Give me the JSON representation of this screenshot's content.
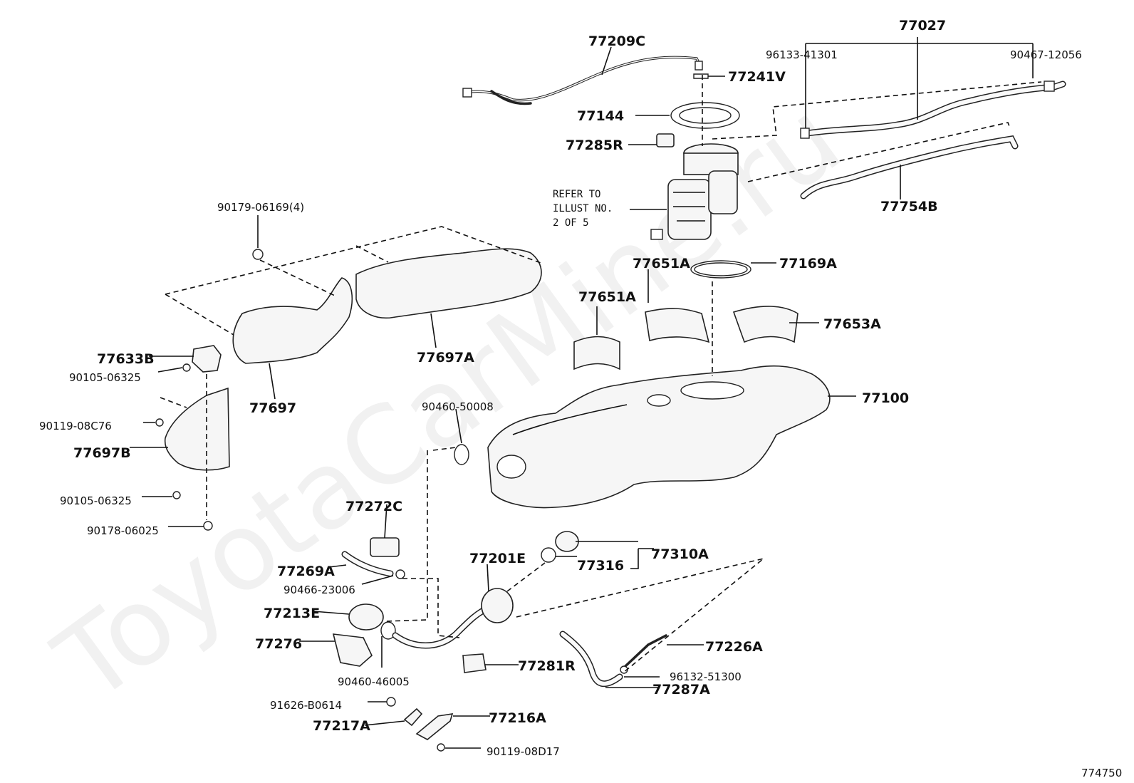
{
  "watermark": "ToyotaCarMine.ru",
  "diagram_id": "774750",
  "note": [
    "REFER TO",
    "ILLUST NO.",
    "2 OF 5"
  ],
  "labels": {
    "p77209C": "77209C",
    "p77027": "77027",
    "p96133_41301": "96133-41301",
    "p90467_12056": "90467-12056",
    "p77241V": "77241V",
    "p77144": "77144",
    "p77285R": "77285R",
    "p77754B": "77754B",
    "p90179_06169": "90179-06169(4)",
    "p77651A_1": "77651A",
    "p77169A": "77169A",
    "p77651A_2": "77651A",
    "p77653A": "77653A",
    "p77697A": "77697A",
    "p77633B": "77633B",
    "p90105_06325_1": "90105-06325",
    "p77697": "77697",
    "p77100": "77100",
    "p90460_50008": "90460-50008",
    "p90119_08C76": "90119-08C76",
    "p77697B": "77697B",
    "p90105_06325_2": "90105-06325",
    "p90178_06025": "90178-06025",
    "p77272C": "77272C",
    "p77201E": "77201E",
    "p77310A": "77310A",
    "p77316": "77316",
    "p77269A": "77269A",
    "p90466_23006": "90466-23006",
    "p77213E": "77213E",
    "p77276": "77276",
    "p90460_46005": "90460-46005",
    "p77281R": "77281R",
    "p77226A": "77226A",
    "p96132_51300": "96132-51300",
    "p77287A": "77287A",
    "p91626_B0614": "91626-B0614",
    "p77217A": "77217A",
    "p77216A": "77216A",
    "p90119_08D17": "90119-08D17"
  }
}
